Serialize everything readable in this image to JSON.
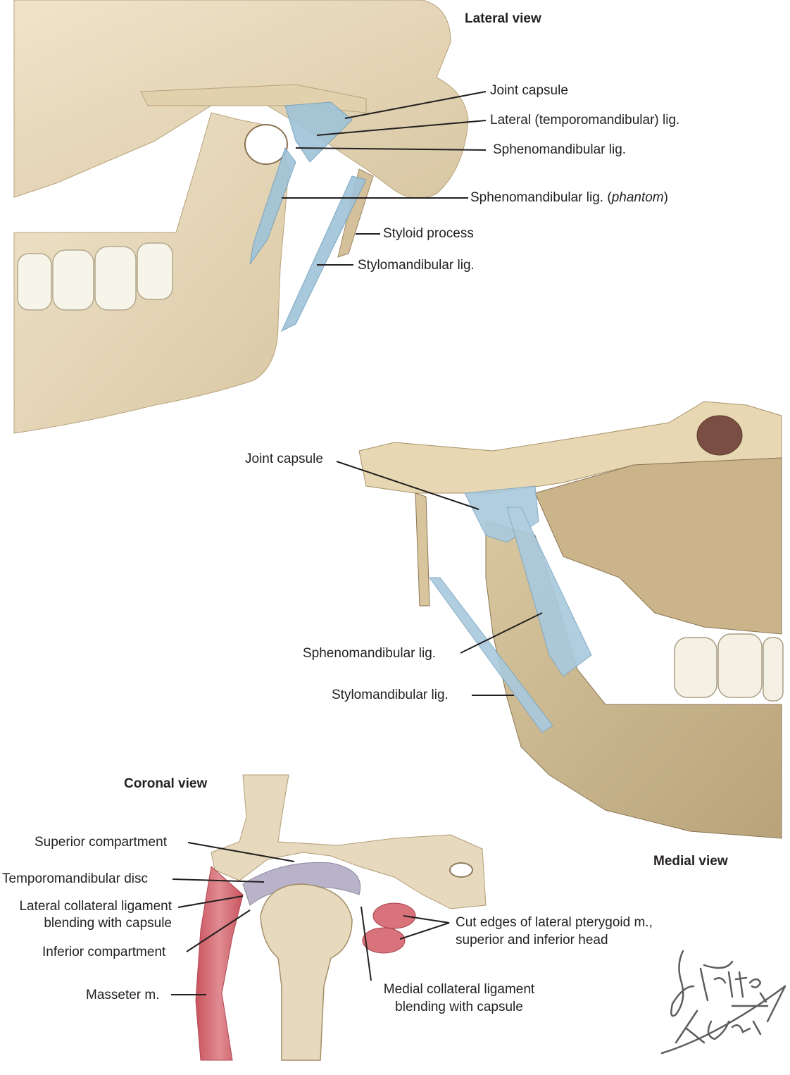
{
  "lateral_view": {
    "title": "Lateral view",
    "labels": {
      "joint_capsule": "Joint capsule",
      "lateral_lig": "Lateral (temporomandibular) lig.",
      "sphenomandibular": "Sphenomandibular lig.",
      "sphenomandibular_phantom_pre": "Sphenomandibular lig. (",
      "sphenomandibular_phantom_em": "phantom",
      "sphenomandibular_phantom_post": ")",
      "styloid": "Styloid process",
      "stylomandibular": "Stylomandibular lig."
    }
  },
  "medial_view": {
    "title": "Medial view",
    "labels": {
      "joint_capsule": "Joint capsule",
      "sphenomandibular": "Sphenomandibular lig.",
      "stylomandibular": "Stylomandibular lig."
    }
  },
  "coronal_view": {
    "title": "Coronal view",
    "labels": {
      "superior_compartment": "Superior compartment",
      "disc": "Temporomandibular disc",
      "lateral_collateral_1": "Lateral collateral ligament",
      "lateral_collateral_2": "blending with capsule",
      "inferior_compartment": "Inferior compartment",
      "masseter": "Masseter m.",
      "pterygoid_1": "Cut edges of lateral pterygoid m.,",
      "pterygoid_2": "superior and inferior head",
      "medial_collateral_1": "Medial collateral ligament",
      "medial_collateral_2": "blending with capsule"
    }
  },
  "signature": {
    "line1": "F. Netter M.D.",
    "line2": "K. Carter"
  },
  "colors": {
    "bone": "#e9dcc0",
    "bone_shadow": "#c9b48d",
    "ligament": "#9fc3d8",
    "muscle": "#d8737b",
    "disc": "#b9b3c9"
  }
}
